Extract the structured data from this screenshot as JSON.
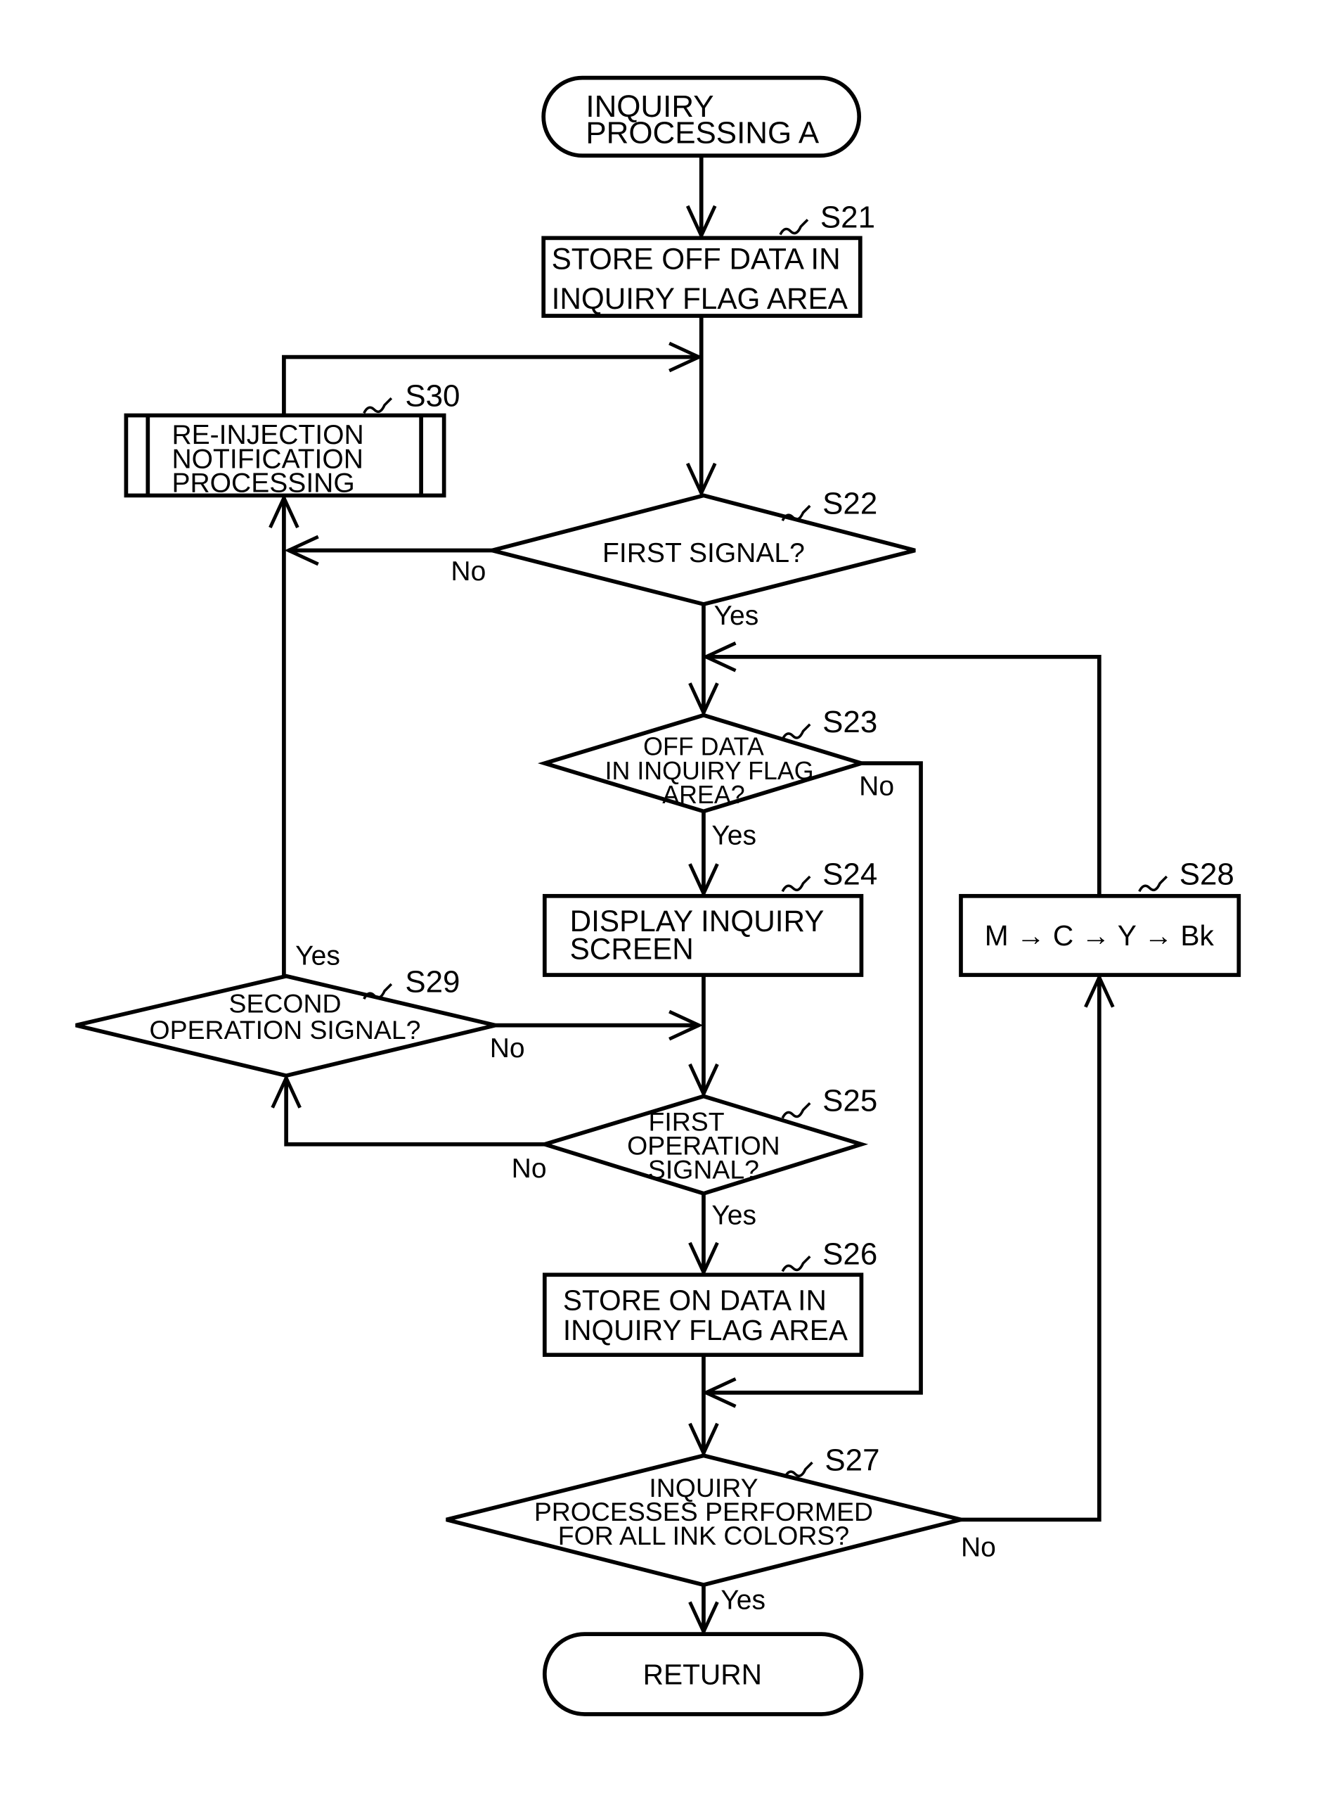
{
  "start": [
    "INQUIRY",
    "PROCESSING A"
  ],
  "end": "RETURN",
  "steps": {
    "s21": {
      "label": "S21",
      "text": [
        "STORE OFF DATA IN",
        "INQUIRY FLAG AREA"
      ]
    },
    "s22": {
      "label": "S22",
      "text": [
        "FIRST SIGNAL?"
      ]
    },
    "s23": {
      "label": "S23",
      "text": [
        "OFF DATA",
        "IN INQUIRY FLAG",
        "AREA?"
      ]
    },
    "s24": {
      "label": "S24",
      "text": [
        "DISPLAY INQUIRY",
        "SCREEN"
      ]
    },
    "s25": {
      "label": "S25",
      "text": [
        "FIRST",
        "OPERATION",
        "SIGNAL?"
      ]
    },
    "s26": {
      "label": "S26",
      "text": [
        "STORE ON DATA IN",
        "INQUIRY FLAG AREA"
      ]
    },
    "s27": {
      "label": "S27",
      "text": [
        "INQUIRY",
        "PROCESSES PERFORMED",
        "FOR ALL INK COLORS?"
      ]
    },
    "s28": {
      "label": "S28",
      "text": [
        "M → C → Y → Bk"
      ]
    },
    "s29": {
      "label": "S29",
      "text": [
        "SECOND",
        "OPERATION SIGNAL?"
      ]
    },
    "s30": {
      "label": "S30",
      "text": [
        "RE-INJECTION",
        "NOTIFICATION",
        "PROCESSING"
      ]
    }
  },
  "branches": {
    "s22_yes": "Yes",
    "s22_no": "No",
    "s23_yes": "Yes",
    "s23_no": "No",
    "s25_yes": "Yes",
    "s25_no": "No",
    "s27_yes": "Yes",
    "s27_no": "No",
    "s29_yes": "Yes",
    "s29_no": "No"
  }
}
